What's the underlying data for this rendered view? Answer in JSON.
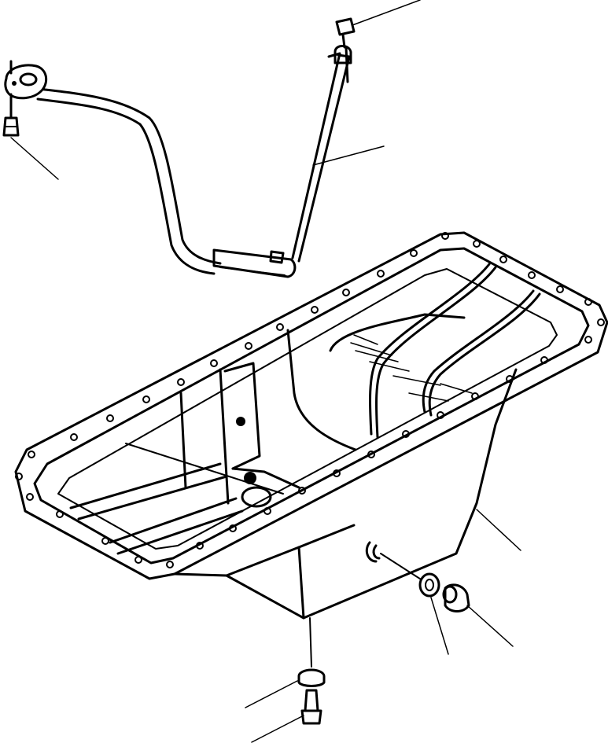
{
  "diagram": {
    "subject": "oil-pan-assembly",
    "parts": [
      "oil-pan",
      "suction-tube",
      "tube-flange",
      "flange-bolt",
      "support-bracket",
      "bracket-bolt",
      "drain-plug",
      "drain-gasket",
      "side-plug",
      "side-gasket",
      "pan-bolts"
    ],
    "colors": {
      "line": "#000000",
      "paper": "#ffffff"
    }
  }
}
